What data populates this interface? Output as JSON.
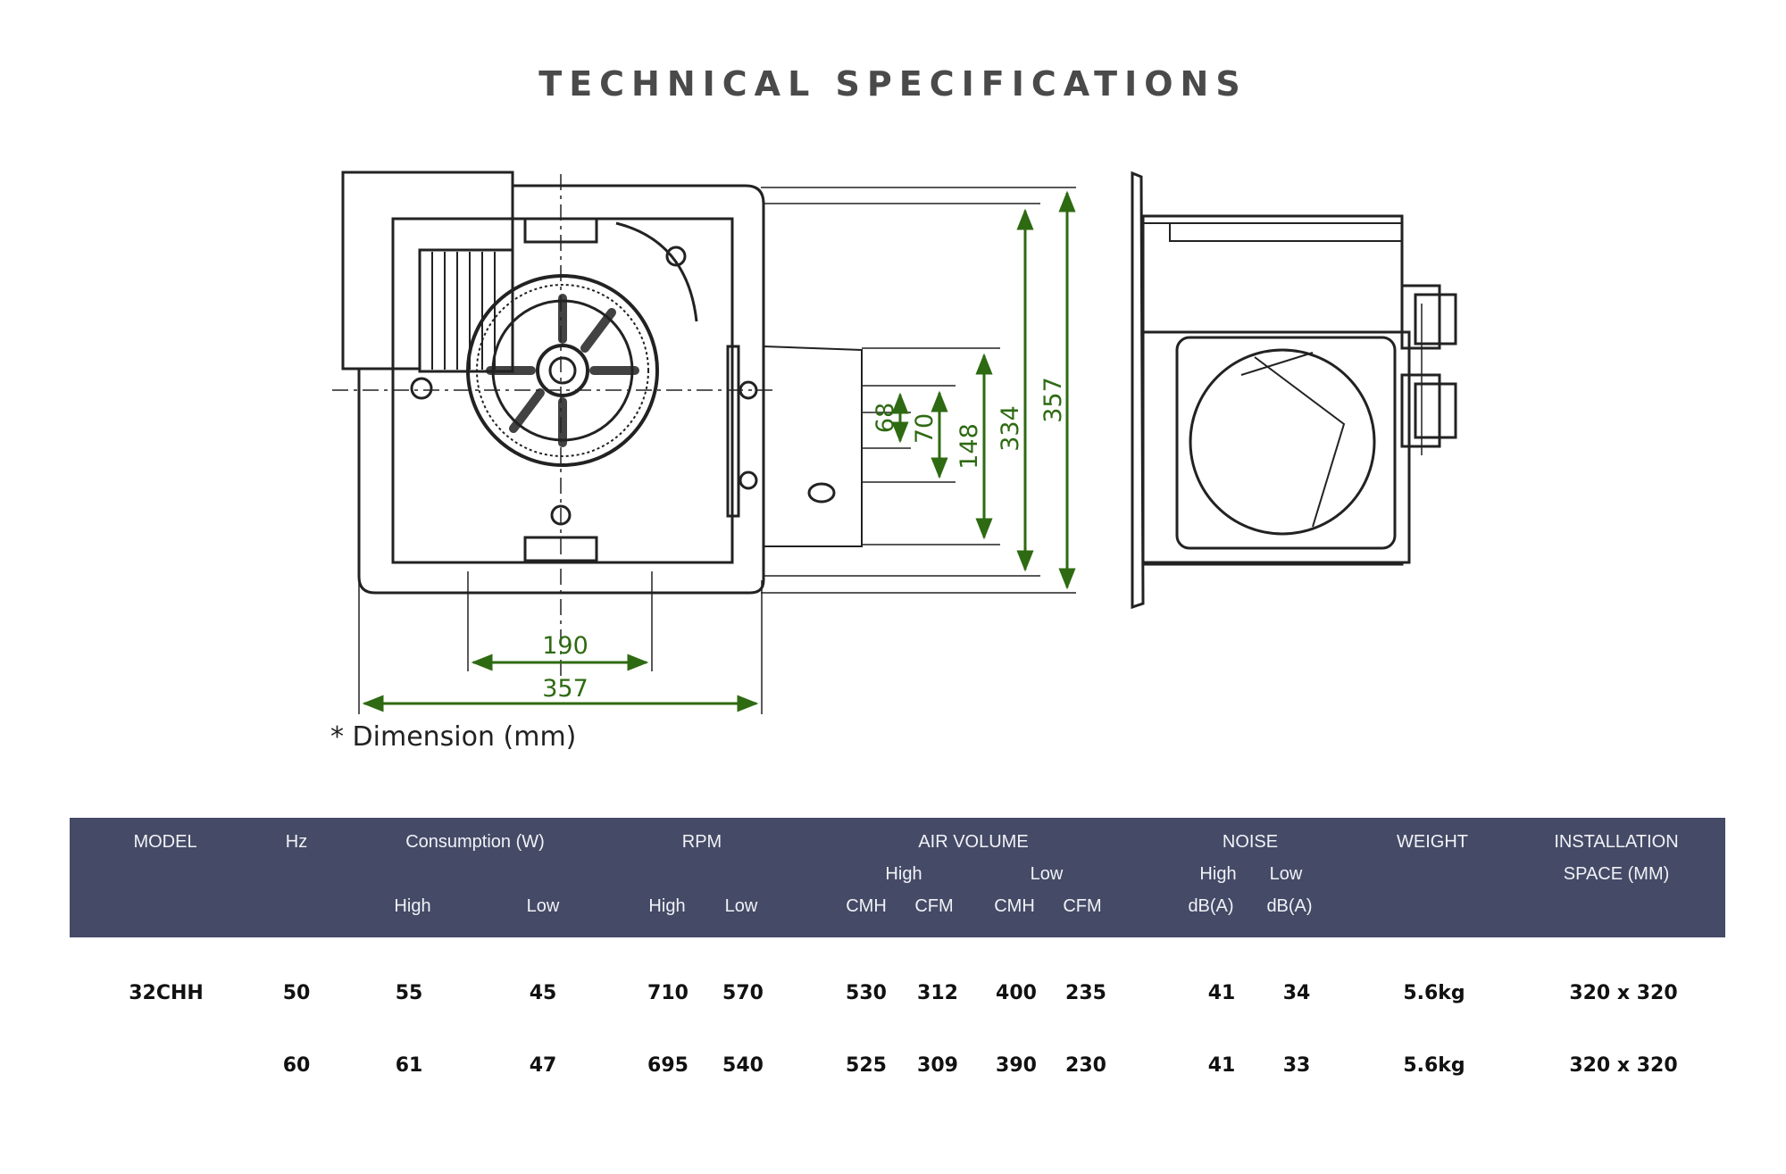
{
  "title": "TECHNICAL SPECIFICATIONS",
  "dimension_note": "* Dimension (mm)",
  "dimensions": {
    "bottom_inner": "190",
    "bottom_total": "357",
    "v1": "68",
    "v2": "70",
    "v3": "148",
    "v4": "334",
    "v5": "357"
  },
  "colors": {
    "header_bg": "#454a66",
    "dimension_green": "#2e6a12"
  },
  "table": {
    "headers": {
      "model": "MODEL",
      "hz": "Hz",
      "consumption": "Consumption (W)",
      "rpm": "RPM",
      "air_volume": "AIR VOLUME",
      "noise": "NOISE",
      "weight": "WEIGHT",
      "installation_1": "INSTALLATION",
      "installation_2": "SPACE (MM)"
    },
    "subheaders": {
      "air_high": "High",
      "air_low": "Low",
      "noise_high": "High",
      "noise_low": "Low",
      "cons_high": "High",
      "cons_low": "Low",
      "rpm_high": "High",
      "rpm_low": "Low",
      "cmh_high": "CMH",
      "cfm_high": "CFM",
      "cmh_low": "CMH",
      "cfm_low": "CFM",
      "db_high": "dB(A)",
      "db_low": "dB(A)"
    },
    "rows": [
      {
        "model": "32CHH",
        "hz": "50",
        "cons_high": "55",
        "cons_low": "45",
        "rpm_high": "710",
        "rpm_low": "570",
        "cmh_high": "530",
        "cfm_high": "312",
        "cmh_low": "400",
        "cfm_low": "235",
        "noise_high": "41",
        "noise_low": "34",
        "weight": "5.6kg",
        "space": "320 x 320"
      },
      {
        "model": "",
        "hz": "60",
        "cons_high": "61",
        "cons_low": "47",
        "rpm_high": "695",
        "rpm_low": "540",
        "cmh_high": "525",
        "cfm_high": "309",
        "cmh_low": "390",
        "cfm_low": "230",
        "noise_high": "41",
        "noise_low": "33",
        "weight": "5.6kg",
        "space": "320 x 320"
      }
    ]
  }
}
